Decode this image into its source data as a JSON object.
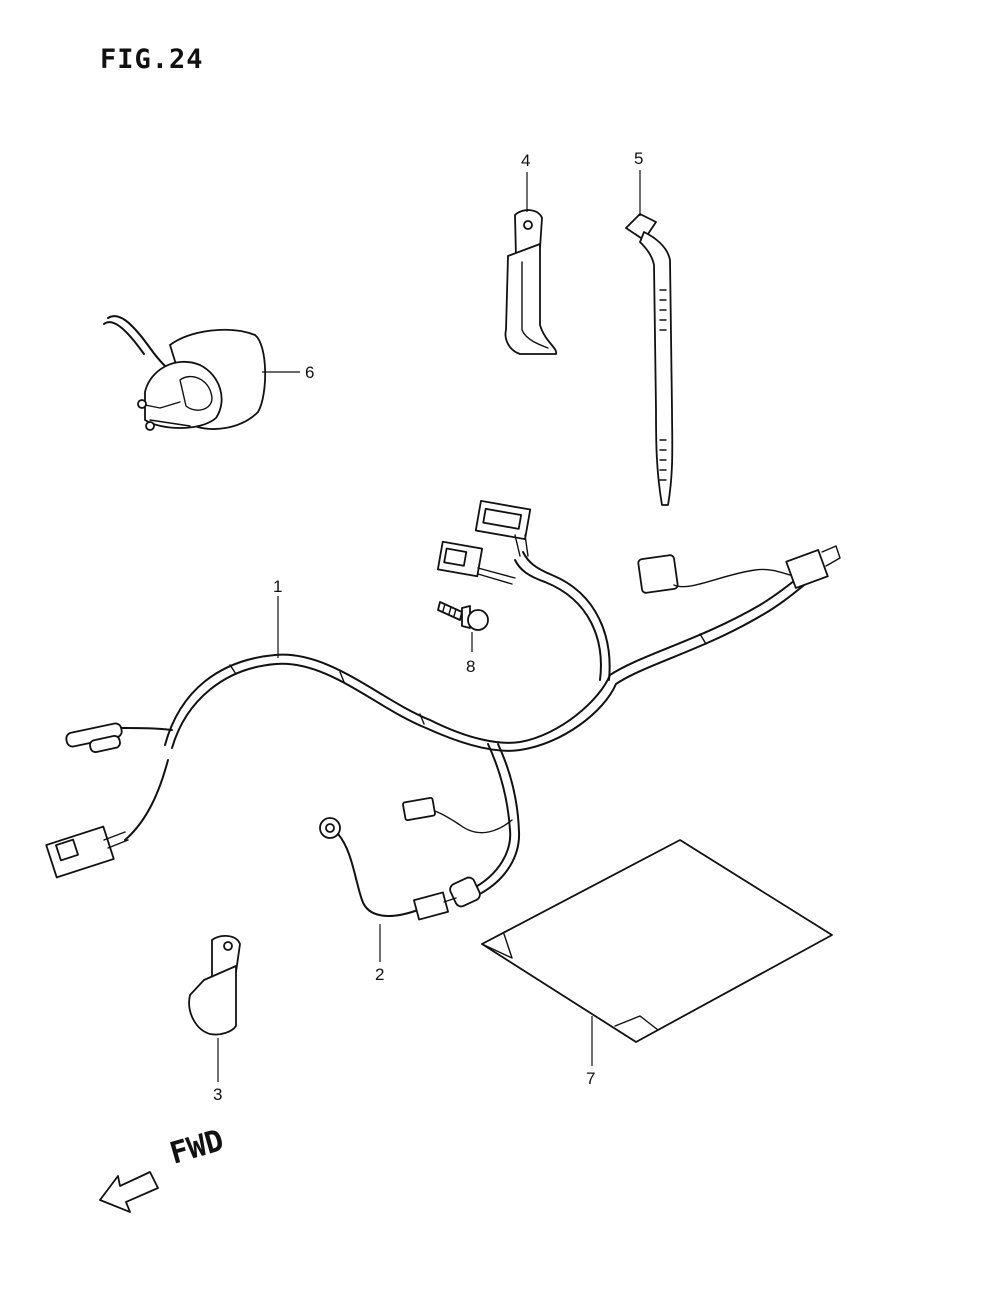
{
  "figure": {
    "title": "FIG.24"
  },
  "callouts": [
    {
      "id": "1",
      "label": "1"
    },
    {
      "id": "2",
      "label": "2"
    },
    {
      "id": "3",
      "label": "3"
    },
    {
      "id": "4",
      "label": "4"
    },
    {
      "id": "5",
      "label": "5"
    },
    {
      "id": "6",
      "label": "6"
    },
    {
      "id": "7",
      "label": "7"
    },
    {
      "id": "8",
      "label": "8"
    }
  ],
  "direction": {
    "label": "FWD"
  }
}
